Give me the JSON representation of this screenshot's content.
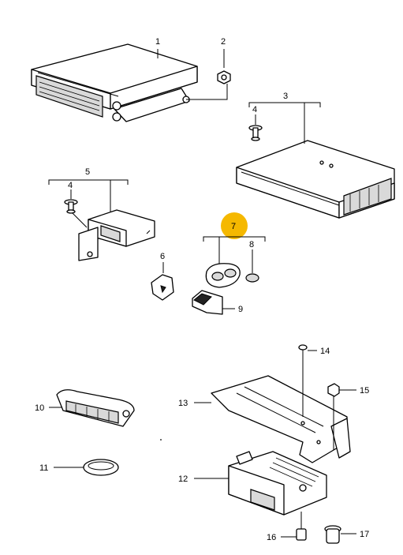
{
  "highlight_color": "#f5b800",
  "callouts": {
    "c1": "1",
    "c2": "2",
    "c3": "3",
    "c4a": "4",
    "c4b": "4",
    "c5": "5",
    "c6": "6",
    "c7": "7",
    "c8": "8",
    "c9": "9",
    "c10": "10",
    "c11": "11",
    "c12": "12",
    "c13": "13",
    "c14": "14",
    "c15": "15",
    "c16": "16",
    "c17": "17"
  }
}
